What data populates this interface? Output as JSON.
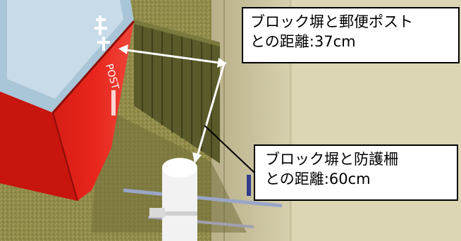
{
  "callouts": {
    "mailbox_distance": {
      "line1": "ブロック塀と郵便ポスト",
      "line2": "との距離:37cm"
    },
    "fence_distance": {
      "line1": "ブロック塀と防護柵",
      "line2": "との距離:60cm"
    }
  },
  "mailbox": {
    "label_vertical": "POST"
  },
  "colors": {
    "mailbox_red": "#e8251c",
    "arrow": "#ffffff",
    "ground": "#8f8a48",
    "wall": "#5a5a2a"
  }
}
